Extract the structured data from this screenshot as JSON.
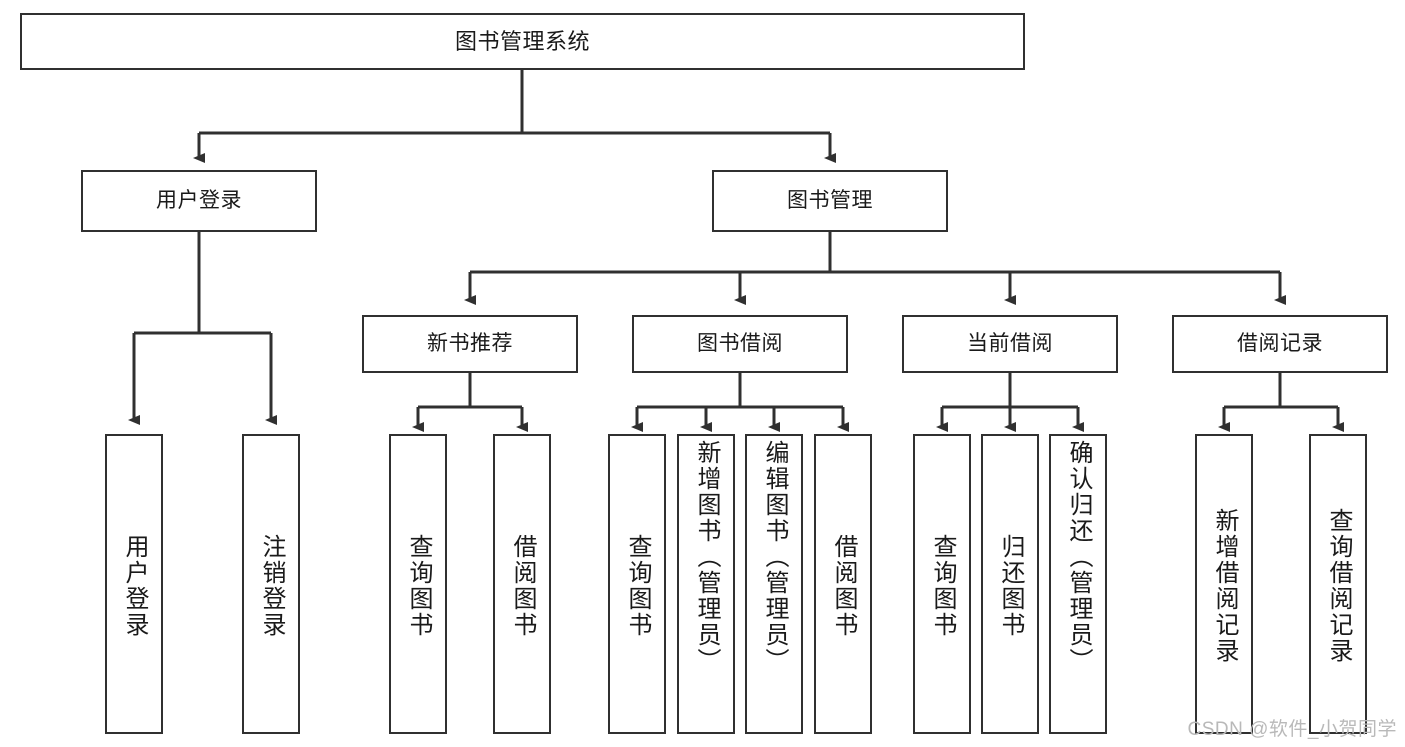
{
  "diagram": {
    "title_text": "图书管理系统",
    "watermark": "CSDN @软件_小贺同学",
    "line_color": "#303030",
    "box_border_color": "#303030",
    "box_fill": "#ffffff",
    "text_color": "#1a1a1a",
    "watermark_color": "#b9b9b9"
  },
  "nodes": {
    "root": {
      "label": "图书管理系统"
    },
    "level2": [
      {
        "label": "用户登录"
      },
      {
        "label": "图书管理"
      }
    ],
    "level3": [
      {
        "label": "新书推荐"
      },
      {
        "label": "图书借阅"
      },
      {
        "label": "当前借阅"
      },
      {
        "label": "借阅记录"
      }
    ],
    "leaves_user_login": [
      {
        "label": "用户登录"
      },
      {
        "label": "注销登录"
      }
    ],
    "leaves_new_book": [
      {
        "label": "查询图书"
      },
      {
        "label": "借阅图书"
      }
    ],
    "leaves_borrow": [
      {
        "label": "查询图书"
      },
      {
        "label": "新增图书（管理员）"
      },
      {
        "label": "编辑图书（管理员）"
      },
      {
        "label": "借阅图书"
      }
    ],
    "leaves_current": [
      {
        "label": "查询图书"
      },
      {
        "label": "归还图书"
      },
      {
        "label": "确认归还（管理员）"
      }
    ],
    "leaves_record": [
      {
        "label": "新增借阅记录"
      },
      {
        "label": "查询借阅记录"
      }
    ]
  }
}
